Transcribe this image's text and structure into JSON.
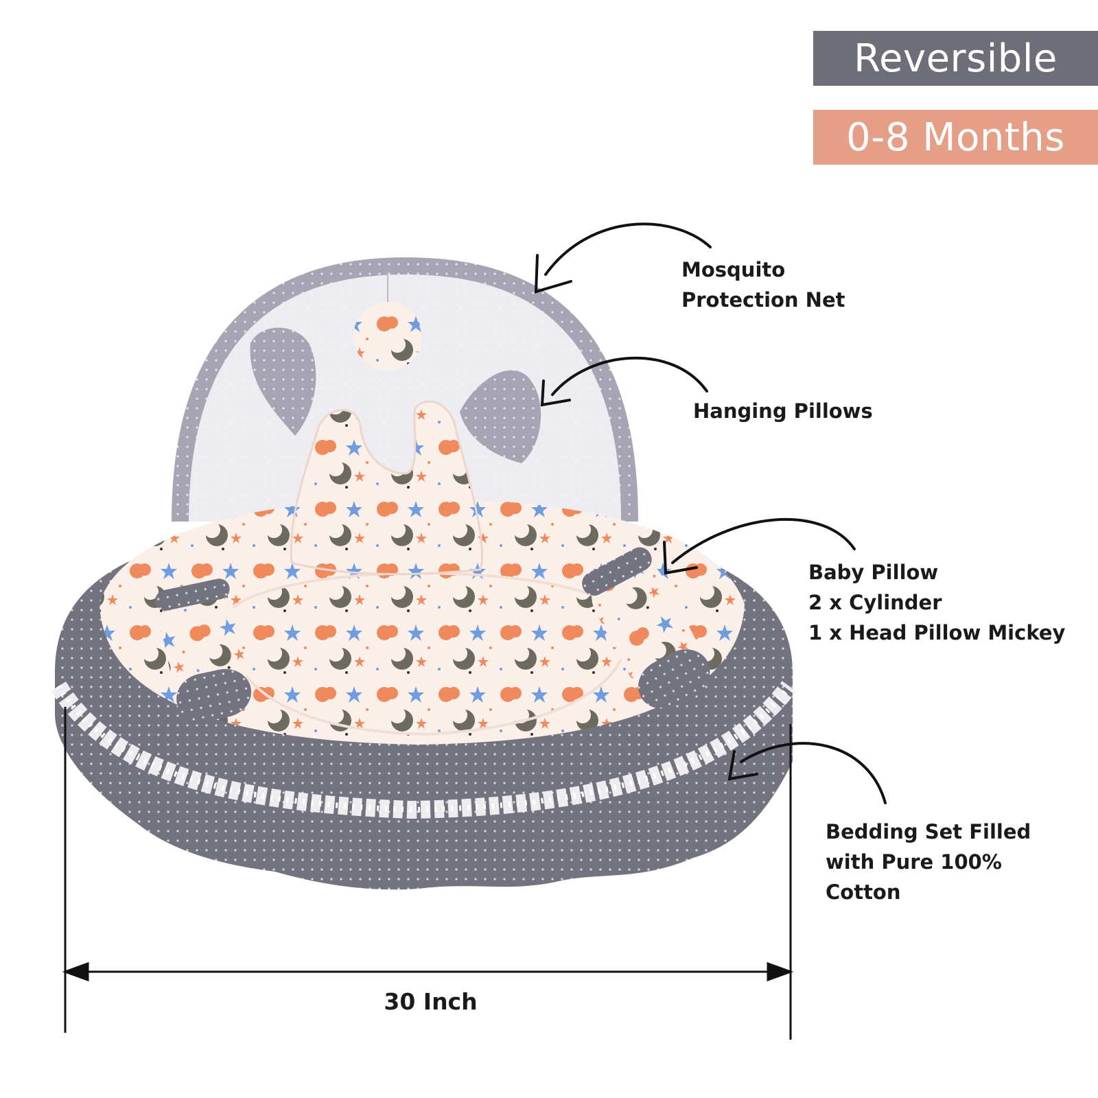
{
  "badges": {
    "reversible": "Reversible",
    "age_range": "0-8 Months"
  },
  "callouts": {
    "mosquito_net": [
      "Mosquito",
      "Protection Net"
    ],
    "hanging_pillows": [
      "Hanging Pillows"
    ],
    "baby_pillow": [
      "Baby Pillow",
      "2 x Cylinder",
      "1 x Head Pillow Mickey"
    ],
    "bedding": [
      "Bedding Set Filled",
      "with Pure 100%",
      "Cotton"
    ]
  },
  "dimension": {
    "width_label": "30 Inch"
  },
  "colors": {
    "badge_grey": "#6e6e78",
    "badge_peach": "#e59f86",
    "fabric_grey": "#737380",
    "print_base": "#fbefe9",
    "accent_orange": "#f08a5d",
    "accent_blue": "#6f9de0"
  }
}
